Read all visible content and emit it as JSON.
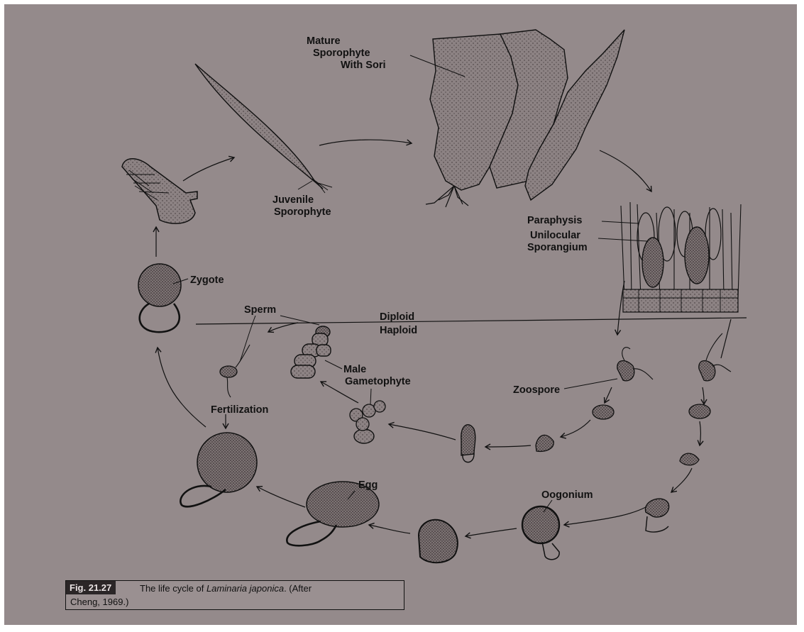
{
  "labels": {
    "mature_sporophyte": [
      "Mature",
      "Sporophyte",
      "With Sori"
    ],
    "juvenile_sporophyte": [
      "Juvenile",
      "Sporophyte"
    ],
    "paraphysis": "Paraphysis",
    "unilocular_sporangium": [
      "Unilocular",
      "Sporangium"
    ],
    "zygote": "Zygote",
    "sperm": "Sperm",
    "diploid": "Diploid",
    "haploid": "Haploid",
    "male_gametophyte": [
      "Male",
      "Gametophyte"
    ],
    "zoospore": "Zoospore",
    "fertilization": "Fertilization",
    "egg": "Egg",
    "oogonium": "Oogonium"
  },
  "caption": {
    "tag": "Fig. 21.27",
    "text_before": "The life cycle of",
    "species": "Laminaria japonica",
    "text_after": ". (After",
    "line2": "Cheng, 1969.)"
  },
  "colors": {
    "background": "#948a8b",
    "ink": "#111111",
    "cell_fill": "#8a7f80"
  }
}
